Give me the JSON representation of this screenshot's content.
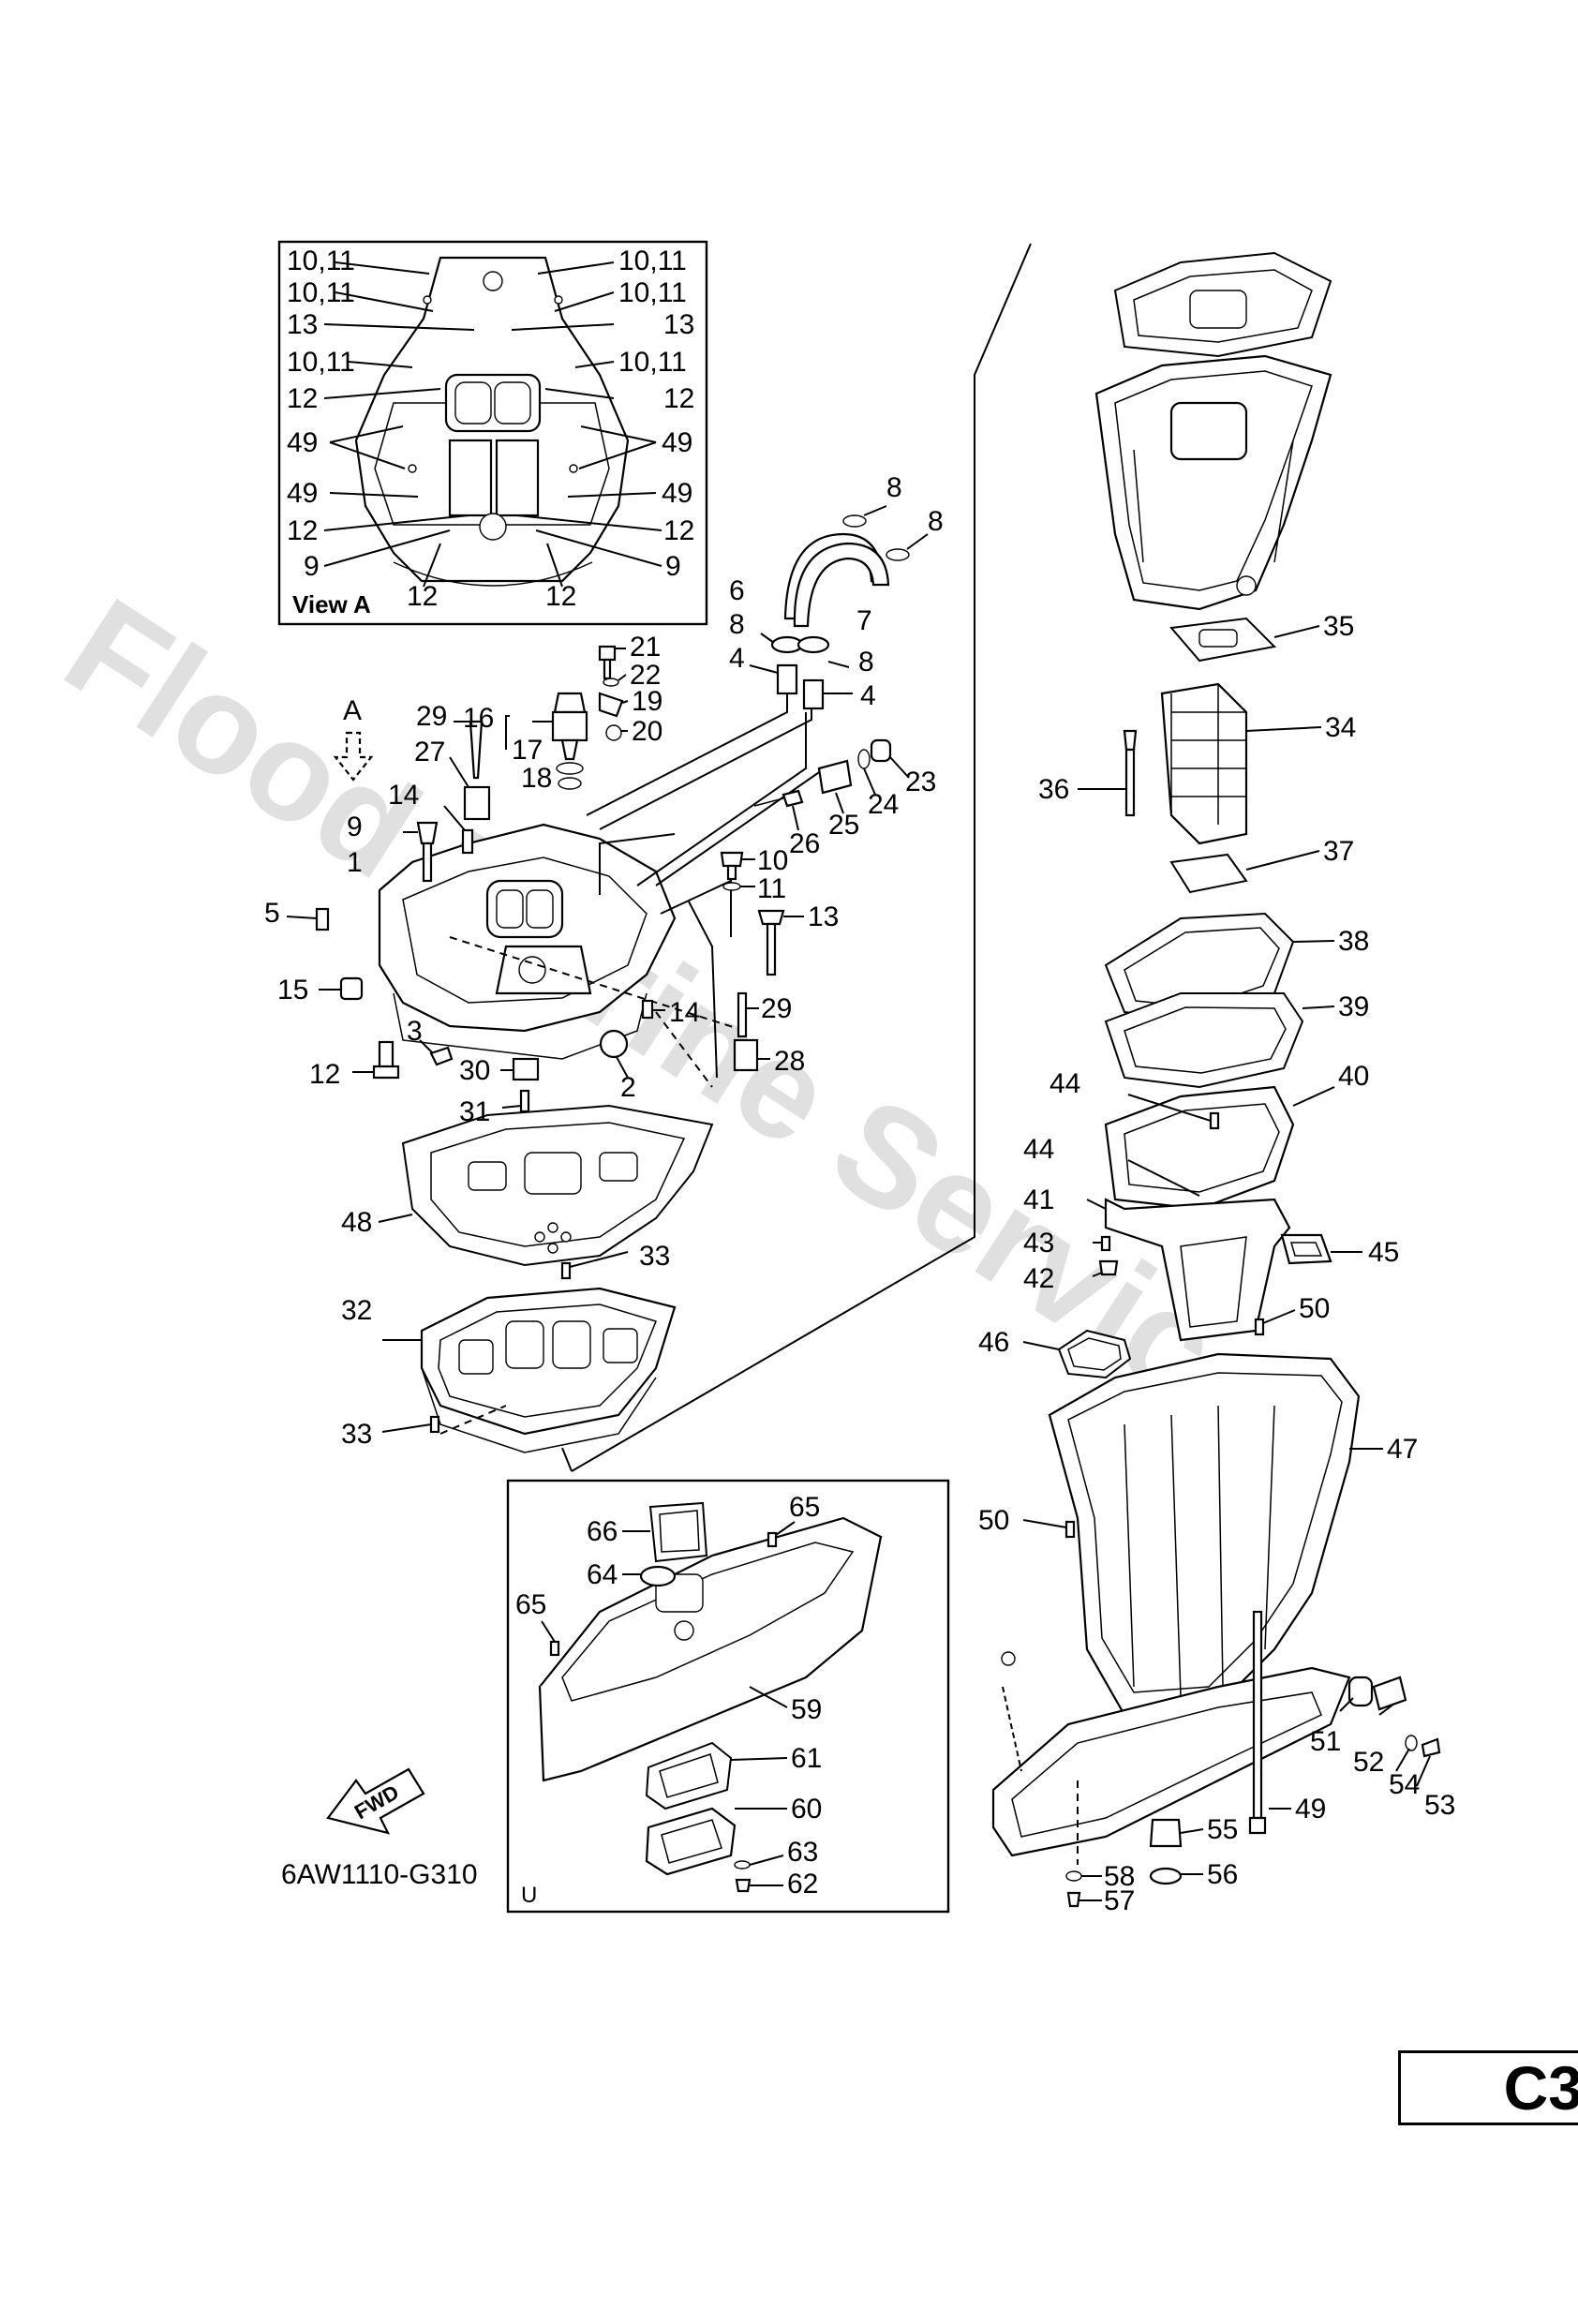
{
  "watermark": "Flood Marine Services",
  "view_label": "View A",
  "arrow_label": "A",
  "fwd_label": "FWD",
  "drawing_code": "6AW1110-G310",
  "sub_label": "U",
  "page_code": "C3",
  "callouts": {
    "v1011a": "10,11",
    "v1011b": "10,11",
    "v1011c": "10,11",
    "v1011d": "10,11",
    "v1011e": "10,11",
    "v1011f": "10,11",
    "v13a": "13",
    "v13b": "13",
    "v12a": "12",
    "v12b": "12",
    "v12c": "12",
    "v12d": "12",
    "v12e": "12",
    "v12f": "12",
    "v49a": "49",
    "v49b": "49",
    "v49c": "49",
    "v49d": "49",
    "v9a": "9",
    "v9b": "9",
    "p1": "1",
    "p2": "2",
    "p3": "3",
    "p4a": "4",
    "p4b": "4",
    "p5": "5",
    "p6": "6",
    "p7": "7",
    "p8a": "8",
    "p8b": "8",
    "p8c": "8",
    "p8d": "8",
    "p9": "9",
    "p10": "10",
    "p11": "11",
    "p12": "12",
    "p13": "13",
    "p14a": "14",
    "p14b": "14",
    "p15": "15",
    "p16": "16",
    "p17": "17",
    "p18": "18",
    "p19": "19",
    "p20": "20",
    "p21": "21",
    "p22": "22",
    "p23": "23",
    "p24": "24",
    "p25": "25",
    "p26": "26",
    "p27": "27",
    "p28": "28",
    "p29a": "29",
    "p29b": "29",
    "p30": "30",
    "p31": "31",
    "p32": "32",
    "p33a": "33",
    "p33b": "33",
    "p34": "34",
    "p35": "35",
    "p36": "36",
    "p37": "37",
    "p38": "38",
    "p39": "39",
    "p40": "40",
    "p41": "41",
    "p42": "42",
    "p43": "43",
    "p44a": "44",
    "p44b": "44",
    "p45": "45",
    "p46": "46",
    "p47": "47",
    "p48": "48",
    "p49": "49",
    "p50a": "50",
    "p50b": "50",
    "p51": "51",
    "p52": "52",
    "p53": "53",
    "p54": "54",
    "p55": "55",
    "p56": "56",
    "p57": "57",
    "p58": "58",
    "p59": "59",
    "p60": "60",
    "p61": "61",
    "p62": "62",
    "p63": "63",
    "p64": "64",
    "p65a": "65",
    "p65b": "65",
    "p66": "66"
  }
}
